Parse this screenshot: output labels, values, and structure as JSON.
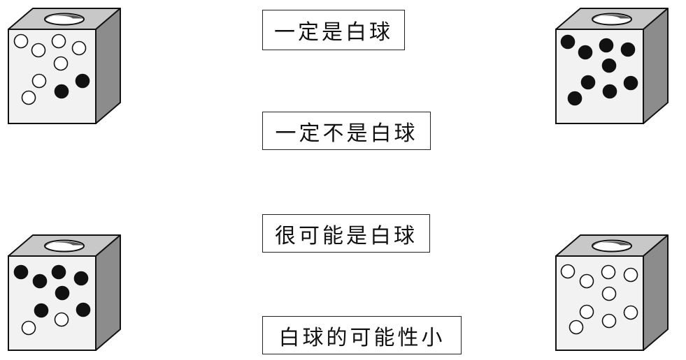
{
  "labels": [
    "一定是白球",
    "一定不是白球",
    "很可能是白球",
    "白球的可能性小"
  ],
  "boxes": [
    {
      "id": "box-top-left",
      "balls": [
        "white",
        "white",
        "white",
        "white",
        "white",
        "white",
        "black",
        "black",
        "white"
      ]
    },
    {
      "id": "box-top-right",
      "balls": [
        "black",
        "black",
        "black",
        "black",
        "black",
        "black",
        "black",
        "black",
        "black"
      ]
    },
    {
      "id": "box-bottom-left",
      "balls": [
        "black",
        "black",
        "black",
        "black",
        "black",
        "black",
        "black",
        "white",
        "white"
      ]
    },
    {
      "id": "box-bottom-right",
      "balls": [
        "white",
        "white",
        "white",
        "white",
        "white",
        "white",
        "white",
        "white",
        "white"
      ]
    }
  ],
  "colors": {
    "box_front": "#f2f2f2",
    "box_top": "#c8c8c8",
    "box_side": "#8c8c8c",
    "outline": "#111111",
    "ball_black": "#111111",
    "ball_white": "#ffffff"
  }
}
